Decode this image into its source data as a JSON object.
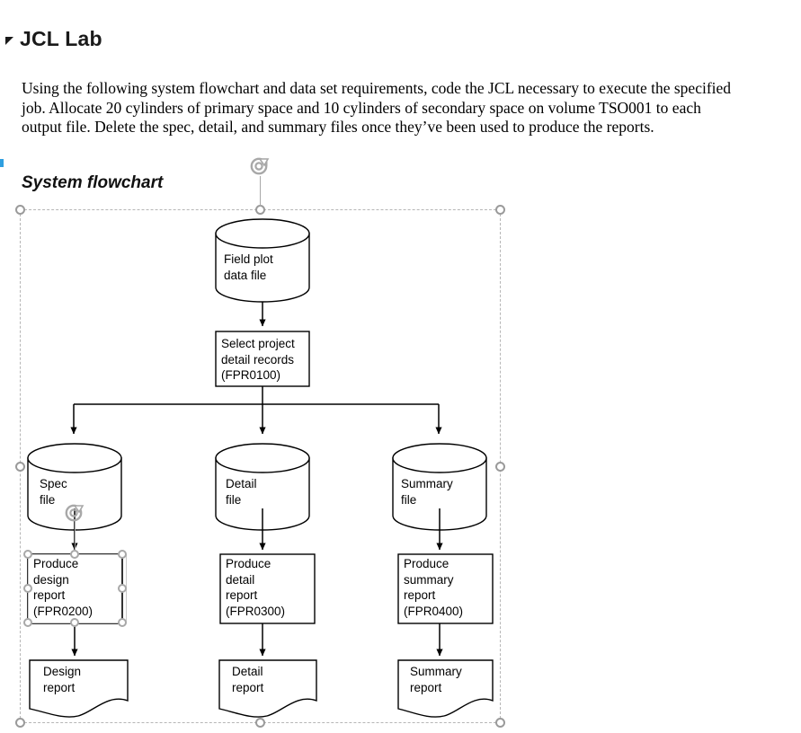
{
  "header": {
    "title": "JCL Lab",
    "collapse_icon": "collapse-triangle-icon"
  },
  "intro": {
    "paragraph": "Using the following system flowchart and data set requirements, code the JCL necessary to execute the specified job. Allocate 20 cylinders of primary space and 10 cylinders of secondary space on volume TSO001 to each output file. Delete the spec, detail, and summary files once they’ve been used to produce the reports."
  },
  "flowchart": {
    "heading": "System flowchart",
    "nodes": {
      "field_plot": "Field plot\ndata file",
      "select_project": "Select project\ndetail records\n(FPR0100)",
      "spec_file": "Spec\nfile",
      "detail_file": "Detail\nfile",
      "summary_file": "Summary\nfile",
      "produce_design": "Produce\ndesign\nreport\n(FPR0200)",
      "produce_detail": "Produce\ndetail\nreport\n(FPR0300)",
      "produce_summary": "Produce\nsummary\nreport\n(FPR0400)",
      "design_report": "Design\nreport",
      "detail_report": "Detail\nreport",
      "summary_report": "Summary\nreport"
    }
  },
  "colors": {
    "stroke": "#000000",
    "selection": "#9a9a9a",
    "selection_frame": "#b6b6b6",
    "marker_blue": "#2f9fe0",
    "text": "#000000"
  }
}
